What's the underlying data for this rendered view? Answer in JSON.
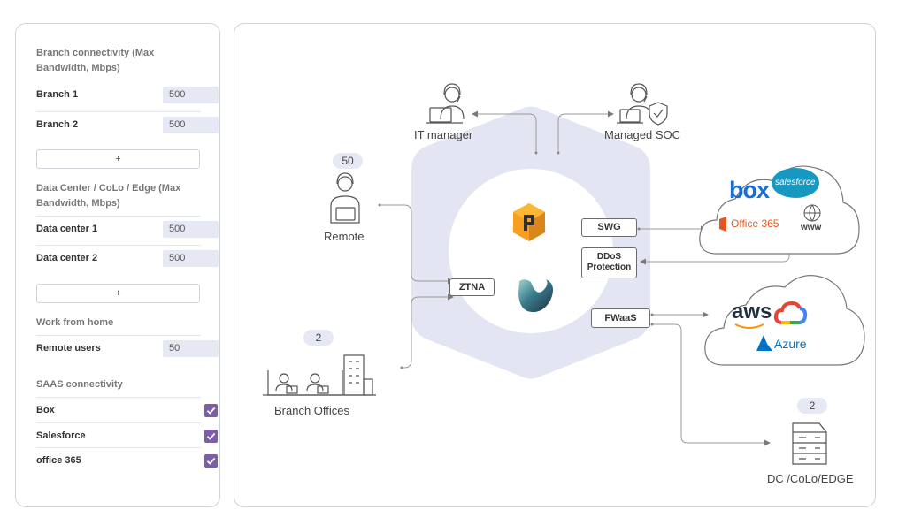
{
  "sidebar": {
    "branch": {
      "title": "Branch connectivity (Max Bandwidth, Mbps)",
      "rows": [
        {
          "label": "Branch 1",
          "value": "500"
        },
        {
          "label": "Branch 2",
          "value": "500"
        }
      ],
      "add_label": "+"
    },
    "datacenter": {
      "title": "Data Center / CoLo / Edge (Max Bandwidth, Mbps)",
      "rows": [
        {
          "label": "Data center 1",
          "value": "500"
        },
        {
          "label": "Data center 2",
          "value": "500"
        }
      ],
      "add_label": "+"
    },
    "wfh": {
      "title": "Work from home",
      "rows": [
        {
          "label": "Remote users",
          "value": "50"
        }
      ]
    },
    "saas": {
      "title": "SAAS connectivity",
      "rows": [
        {
          "label": "Box",
          "checked": true
        },
        {
          "label": "Salesforce",
          "checked": true
        },
        {
          "label": "office 365",
          "checked": true
        }
      ]
    }
  },
  "diagram": {
    "it_manager": "IT manager",
    "managed_soc": "Managed SOC",
    "remote": {
      "label": "Remote",
      "count": "50"
    },
    "branch_offices": {
      "label": "Branch Offices",
      "count": "2"
    },
    "dc": {
      "label": "DC /CoLo/EDGE",
      "count": "2"
    },
    "services": {
      "ztna": "ZTNA",
      "swg": "SWG",
      "ddos": "DDoS Protection",
      "fwaas": "FWaaS"
    },
    "saas_cloud": {
      "box": "box",
      "salesforce": "salesforce",
      "office365": "Office 365",
      "www": "www"
    },
    "iaas_cloud": {
      "aws": "aws",
      "azure": "Azure"
    },
    "colors": {
      "accent": "#7b5ea7",
      "hexagon": "#e3e6f2",
      "office": "#e8541e",
      "box": "#1a6fd6",
      "salesforce": "#1798c1",
      "azure": "#0072c6",
      "aws": "#232f3e"
    }
  }
}
